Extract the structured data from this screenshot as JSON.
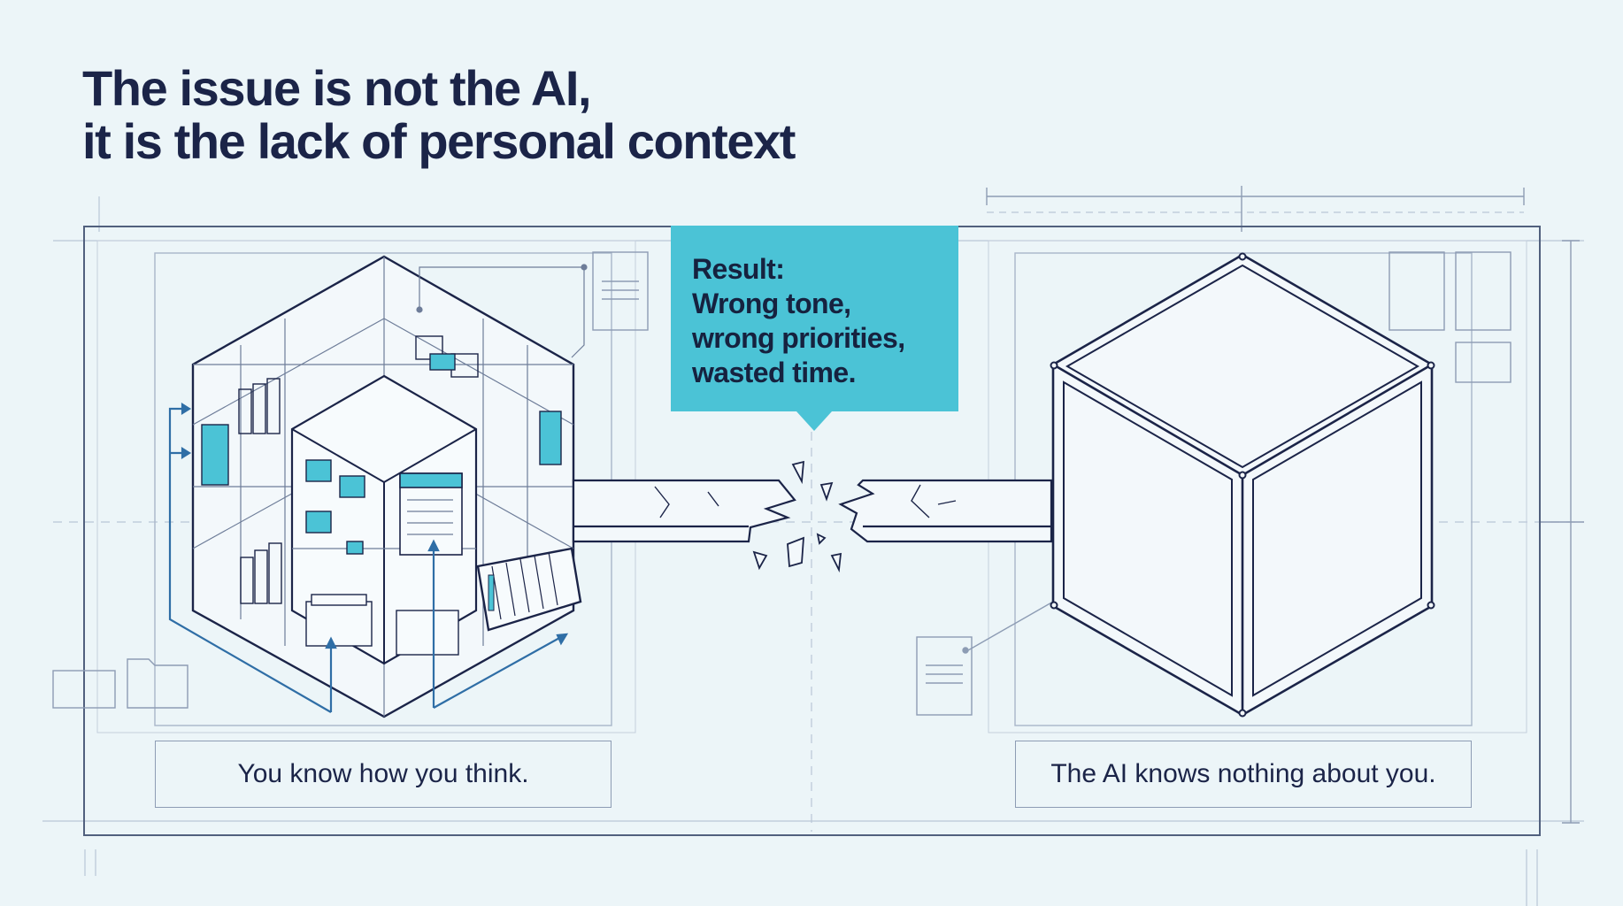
{
  "title": {
    "line1": "The issue is not the AI,",
    "line2": "it is the lack of personal context"
  },
  "callout": {
    "line1": "Result:",
    "line2": "Wrong tone,",
    "line3": "wrong priorities,",
    "line4": "wasted time."
  },
  "captions": {
    "left": "You know how you think.",
    "right": "The AI knows nothing about you."
  },
  "colors": {
    "background": "#ecf5f8",
    "ink": "#1b2448",
    "accent": "#4bc3d6",
    "arrow_blue": "#2f6ea6"
  }
}
